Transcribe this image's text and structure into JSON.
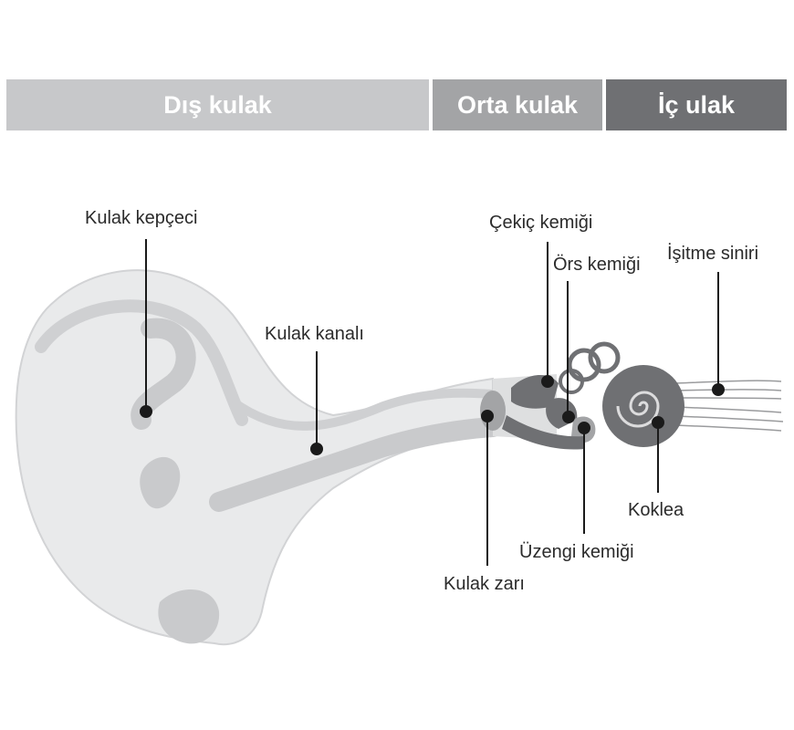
{
  "sections": {
    "outer": "Dış kulak",
    "middle": "Orta kulak",
    "inner": "İç ulak"
  },
  "labels": {
    "pinna": "Kulak kepçeci",
    "ear_canal": "Kulak kanalı",
    "malleus": "Çekiç kemiği",
    "incus": "Örs kemiği",
    "auditory_nerve": "İşitme siniri",
    "cochlea": "Koklea",
    "stapes": "Üzengi kemiği",
    "eardrum": "Kulak zarı"
  },
  "colors": {
    "outer_band": "#c7c8ca",
    "middle_band": "#a3a4a6",
    "inner_band": "#6f7073",
    "ear_fill": "#e9eaeb",
    "ear_fold": "#c9cacc",
    "bone": "#6f7073",
    "leader": "#1a1a1a"
  }
}
